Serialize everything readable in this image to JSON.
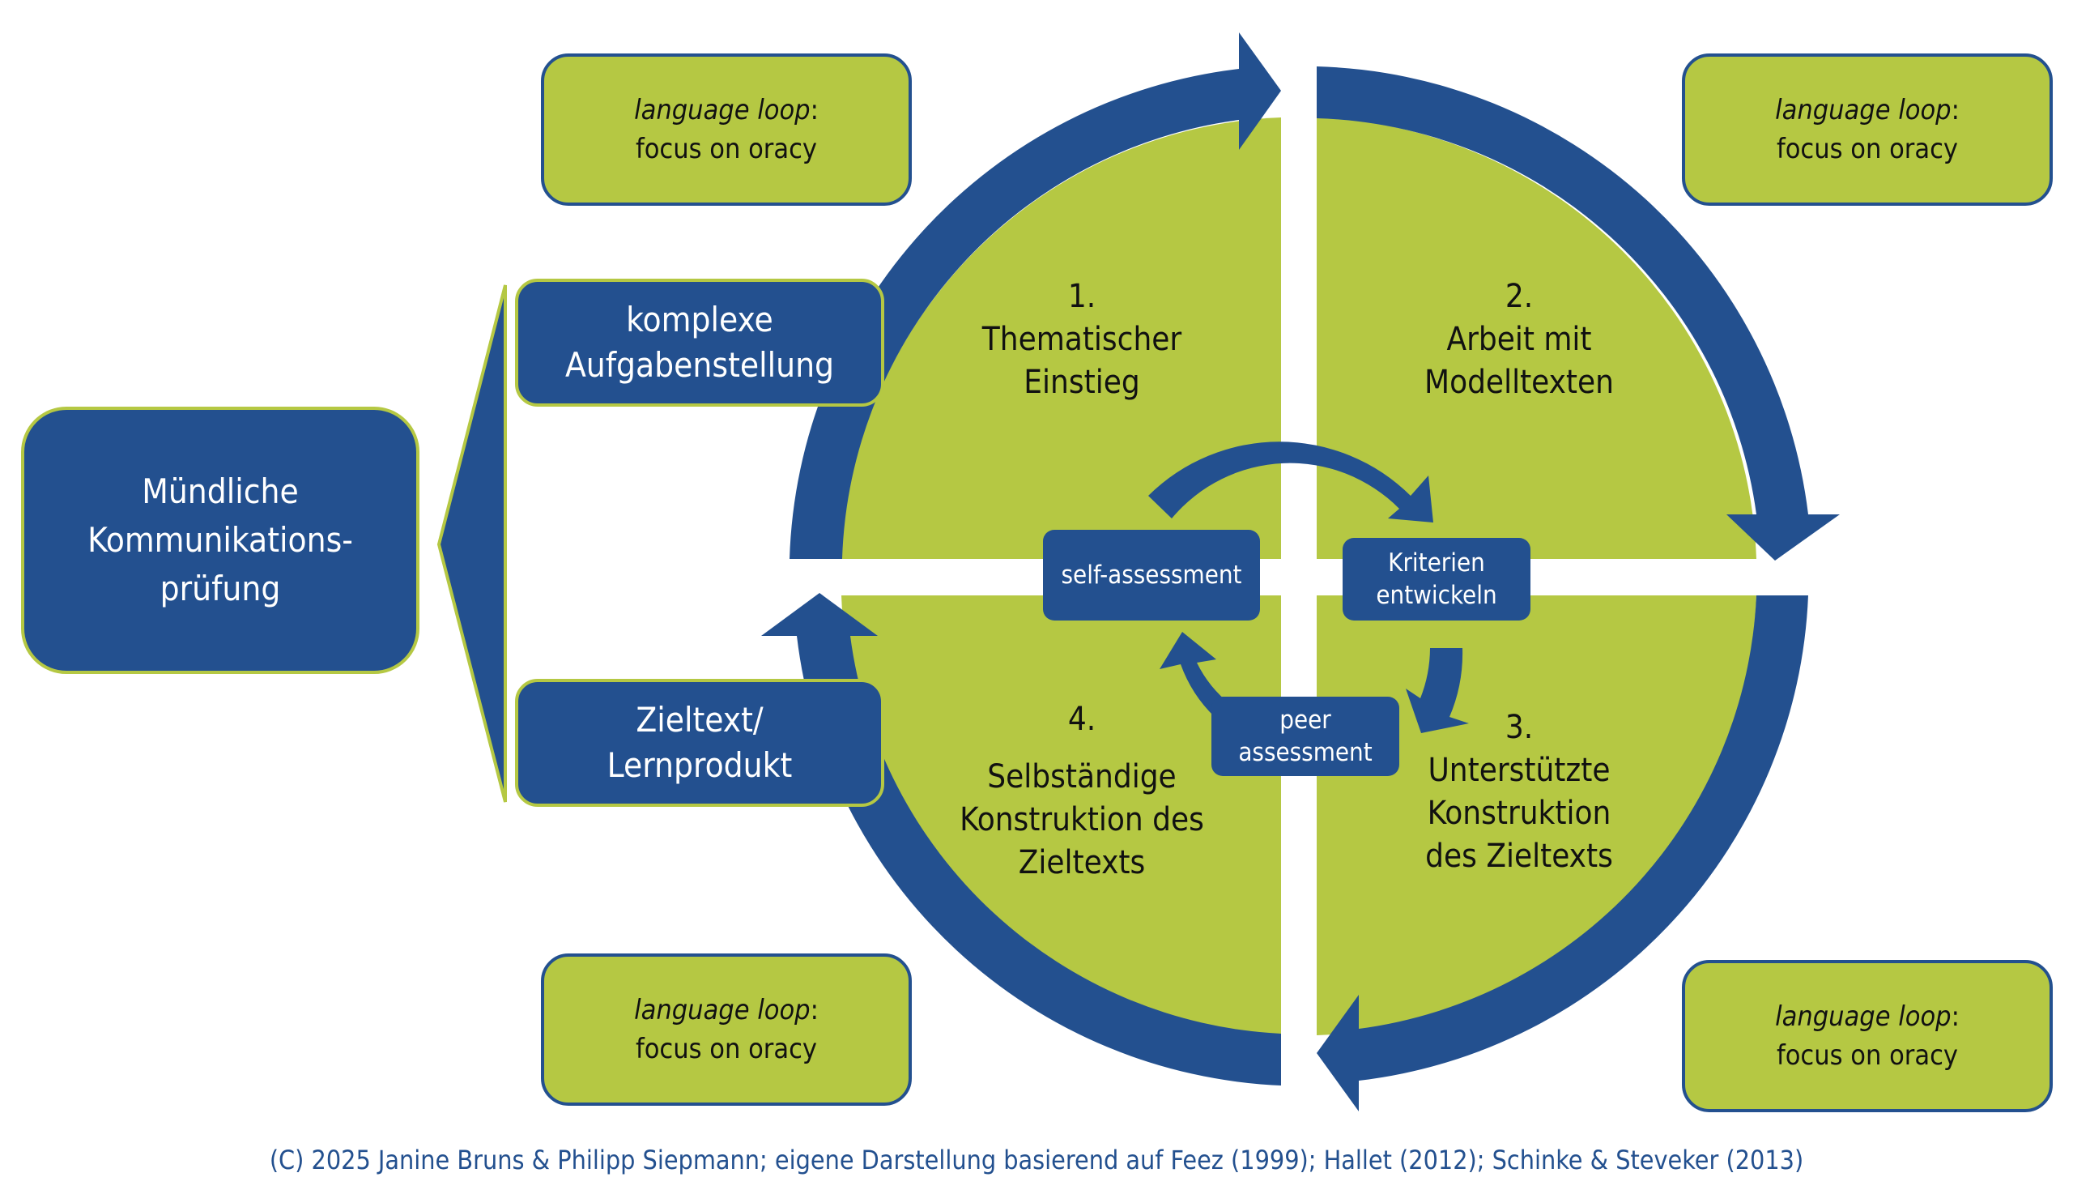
{
  "colors": {
    "blue": "#23508f",
    "green": "#b5c843",
    "text_dark": "#111111",
    "white": "#ffffff"
  },
  "main_box": {
    "lines": [
      "Mündliche",
      "Kommunikations-",
      "prüfung"
    ]
  },
  "side_boxes": {
    "top": {
      "lines": [
        "komplexe",
        "Aufgabenstellung"
      ]
    },
    "bottom": {
      "lines": [
        "Zieltext/",
        "Lernprodukt"
      ]
    }
  },
  "language_loops": [
    {
      "position": "top-left",
      "italic": "language loop",
      "suffix": ":",
      "line2": "focus on oracy"
    },
    {
      "position": "top-right",
      "italic": "language loop",
      "suffix": ":",
      "line2": "focus on oracy"
    },
    {
      "position": "bottom-left",
      "italic": "language loop",
      "suffix": ":",
      "line2": "focus on oracy"
    },
    {
      "position": "bottom-right",
      "italic": "language loop",
      "suffix": ":",
      "line2": "focus on oracy"
    }
  ],
  "steps": [
    {
      "number": "1.",
      "lines": [
        "Thematischer",
        "Einstieg"
      ]
    },
    {
      "number": "2.",
      "lines": [
        "Arbeit mit",
        "Modelltexten"
      ]
    },
    {
      "number": "3.",
      "lines": [
        "Unterstützte",
        "Konstruktion",
        "des Zieltexts"
      ]
    },
    {
      "number": "4.",
      "lines": [
        "Selbständige",
        "Konstruktion des",
        "Zieltexts"
      ]
    }
  ],
  "inner_cycle": {
    "self_assessment": {
      "lines": [
        "self-assessment"
      ]
    },
    "kriterien": {
      "lines": [
        "Kriterien",
        "entwickeln"
      ]
    },
    "peer_assessment": {
      "lines": [
        "peer",
        "assessment"
      ]
    }
  },
  "footer": {
    "text": "(C) 2025 Janine Bruns & Philipp Siepmann; eigene Darstellung basierend auf Feez (1999); Hallet (2012); Schinke & Steveker (2013)"
  }
}
